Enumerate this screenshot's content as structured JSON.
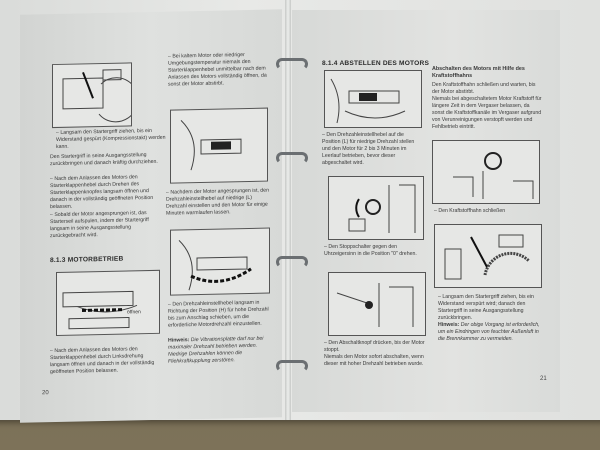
{
  "document": {
    "left_page": {
      "page_number": "20",
      "col1": {
        "caption1": "Langsam den Startergriff ziehen, bis ein Widerstand gespürt (Kompressionstakt) werden kann.",
        "para1": "Den Startergriff in seine Ausgangsstellung zurückbringen und danach kräftig durchziehen.",
        "item2": "Nach dem Anlassen des Motors den Starterklappenhebel durch Drehen des Starterklappenknopfes langsam öffnen und danach in der vollständig geöffneten Position belassen.",
        "item3": "Sobald der Motor angesprungen ist, das Starterseil aufspulen, indem der Startergriff langsam in seine Ausgangsstellung zurückgebracht wird.",
        "section_heading": "8.1.3 MOTORBETRIEB",
        "fig_label": "öffnen",
        "item4": "Nach dem Anlassen des Motors den Starterklappenhebel durch Linksdrehung langsam öffnen und danach in der vollständig geöffneten Position belassen."
      },
      "col2": {
        "item1": "Bei kaltem Motor oder niedriger Umgebungstemperatur niemals den Starterklappenhebel unmittelbar nach dem Anlassen des Motors vollständig öffnen, da sonst der Motor abstirbt.",
        "item2": "Nachdem der Motor angesprungen ist, den Drehzahleinstellhebel auf niedrige (L) Drehzahl einstellen und den Motor für einige Minuten warmlaufen lassen.",
        "item3": "Den Drehzahleinstellhebel langsam in Richtung der Position (H) für hohe Drehzahl bis zum Anschlag schieben, um die erforderliche Motordrehzahl einzustellen.",
        "note_label": "Hinweis:",
        "note_text": "Die Vibrationsplatte darf nur bei maximaler Drehzahl betrieben werden. Niedrige Drehzahlen können die Fliehkraftkupplung zerstören."
      }
    },
    "right_page": {
      "page_number": "21",
      "col1": {
        "section_heading": "8.1.4 ABSTELLEN DES MOTORS",
        "item1": "Den Drehzahleinstellhebel auf die Position (L) für niedrige Drehzahl stellen und den Motor für 2 bis 3 Minuten im Leerlauf betrieben, bevor dieser abgeschaltet wird.",
        "item2": "Den Stoppschalter gegen den Uhrzeigersinn in die Position \"0\" drehen.",
        "item3": "Den Abschaltknopf drücken, bis der Motor stoppt.",
        "item3_cont": "Niemals den Motor sofort abschalten, wenn dieser mit hoher Drehzahl betrieben wurde."
      },
      "col2": {
        "heading": "Abschalten des Motors mit Hilfe des Kraftstoffhahns",
        "para": "Den Kraftstoffhahn schließen und warten, bis der Motor abstirbt.",
        "para2": "Niemals bei abgeschaltetem Motor Kraftstoff für längere Zeit in dem Vergaser belassen, da sonst die Kraftstoffkanäle im Vergaser aufgrund von Verunreinigungen verstopft werden und Fehlbetrieb eintritt.",
        "caption1": "Den Kraftstoffhahn schließen",
        "item2": "Langsam den Startergriff ziehen, bis ein Widerstand verspürt wird; danach den Startergriff in seine Ausgangsstellung zurückbringen.",
        "note_label": "Hinweis:",
        "note_text": "Der obige Vorgang ist erforderlich, um ein Eindringen von feuchter Außenluft in die Brennkammer zu vermeiden."
      }
    }
  }
}
